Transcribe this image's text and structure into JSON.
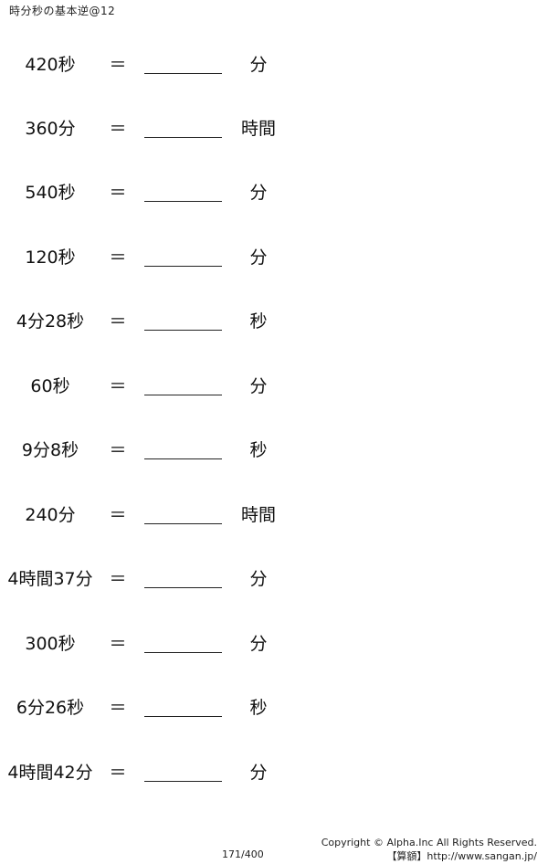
{
  "title": "時分秒の基本逆@12",
  "equals_sign": "＝",
  "problems": [
    {
      "question": "420秒",
      "unit": "分"
    },
    {
      "question": "360分",
      "unit": "時間"
    },
    {
      "question": "540秒",
      "unit": "分"
    },
    {
      "question": "120秒",
      "unit": "分"
    },
    {
      "question": "4分28秒",
      "unit": "秒"
    },
    {
      "question": "60秒",
      "unit": "分"
    },
    {
      "question": "9分8秒",
      "unit": "秒"
    },
    {
      "question": "240分",
      "unit": "時間"
    },
    {
      "question": "4時間37分",
      "unit": "分"
    },
    {
      "question": "300秒",
      "unit": "分"
    },
    {
      "question": "6分26秒",
      "unit": "秒"
    },
    {
      "question": "4時間42分",
      "unit": "分"
    }
  ],
  "footer": {
    "page": "171/400",
    "copyright": "Copyright © Alpha.Inc All Rights Reserved.",
    "site": "【算額】http://www.sangan.jp/"
  }
}
